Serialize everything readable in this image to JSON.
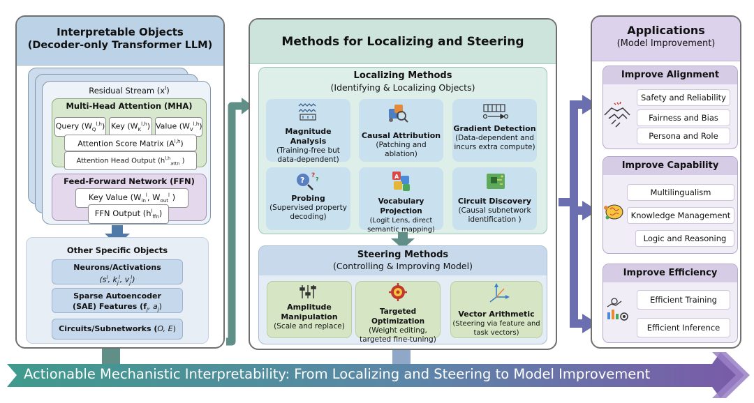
{
  "left": {
    "title": "Interpretable Objects",
    "subtitle": "(Decoder-only Transformer LLM)",
    "residual": "Residual Stream (x",
    "residual_sup": "l",
    "mha_title": "Multi-Head Attention (MHA)",
    "query": "Query (W",
    "key": "Key (W",
    "value": "Value (W",
    "q_sub": "Q",
    "k_sub": "K",
    "v_sub": "V",
    "head_sup": "l,h",
    "score": "Attention Score Matrix (A",
    "head_out": "Attention Head Output (h",
    "head_out_sub": "attn",
    "ffn_title": "Feed-Forward Network (FFN)",
    "kv": "Key Value (W",
    "kv_in": "in",
    "kv_out": "out",
    "ffn_out": "FFN Output (h",
    "ffn_out_sub": "ffn",
    "other_title": "Other Specific Objects",
    "neurons": "Neurons/Activations",
    "neurons_sym": "(s",
    "sae1": "Sparse Autoencoder",
    "sae2": "(SAE) Features (f",
    "circuits": "Circuits/Subnetworks (",
    "circuits_sym": "O, E"
  },
  "middle": {
    "title": "Methods for Localizing and Steering",
    "loc_title": "Localizing Methods",
    "loc_sub": "(Identifying & Localizing Objects)",
    "loc_cards": [
      {
        "title": "Magnitude Analysis",
        "l1": "(Training-free but",
        "l2": "data-dependent)"
      },
      {
        "title": "Causal Attribution",
        "l1": "(Patching and ablation)",
        "l2": ""
      },
      {
        "title": "Gradient Detection",
        "l1": "(Data-dependent and",
        "l2": "incurs extra compute)"
      },
      {
        "title": "Probing",
        "l1": "(Supervised property",
        "l2": "decoding)"
      },
      {
        "title": "Vocabulary Projection",
        "l1": "(Logit Lens, direct",
        "l2": "semantic mapping)"
      },
      {
        "title": "Circuit Discovery",
        "l1": "(Causal subnetwork",
        "l2": "identification )"
      }
    ],
    "st_title": "Steering Methods",
    "st_sub": "(Controlling & Improving Model)",
    "st_cards": [
      {
        "t1": "Amplitude",
        "t2": "Manipulation",
        "l1": "(Scale and replace)",
        "l2": ""
      },
      {
        "t1": "Targeted Optimization",
        "t2": "",
        "l1": "(Weight editing,",
        "l2": "targeted fine-tuning)"
      },
      {
        "t1": "Vector Arithmetic",
        "t2": "",
        "l1": "(Steering via feature and",
        "l2": "task vectors)"
      }
    ]
  },
  "right": {
    "title": "Applications",
    "subtitle": "(Model Improvement)",
    "groups": [
      {
        "title": "Improve Alignment",
        "items": [
          "Safety and Reliability",
          "Fairness and Bias",
          "Persona and Role"
        ]
      },
      {
        "title": "Improve Capability",
        "items": [
          "Multilingualism",
          "Knowledge Management",
          "Logic and Reasoning"
        ]
      },
      {
        "title": "Improve Efficiency",
        "items": [
          "Efficient Training",
          "Efficient Inference"
        ]
      }
    ]
  },
  "banner": "Actionable Mechanistic Interpretability: From Localizing and Steering to Model Improvement",
  "colors": {
    "teal_arrow": "#5f8f87",
    "purple_arrow": "#6b6fb0",
    "blue_arrow": "#4f79a6",
    "banner_start": "#4a9d8f",
    "banner_end": "#7a5aa8"
  }
}
